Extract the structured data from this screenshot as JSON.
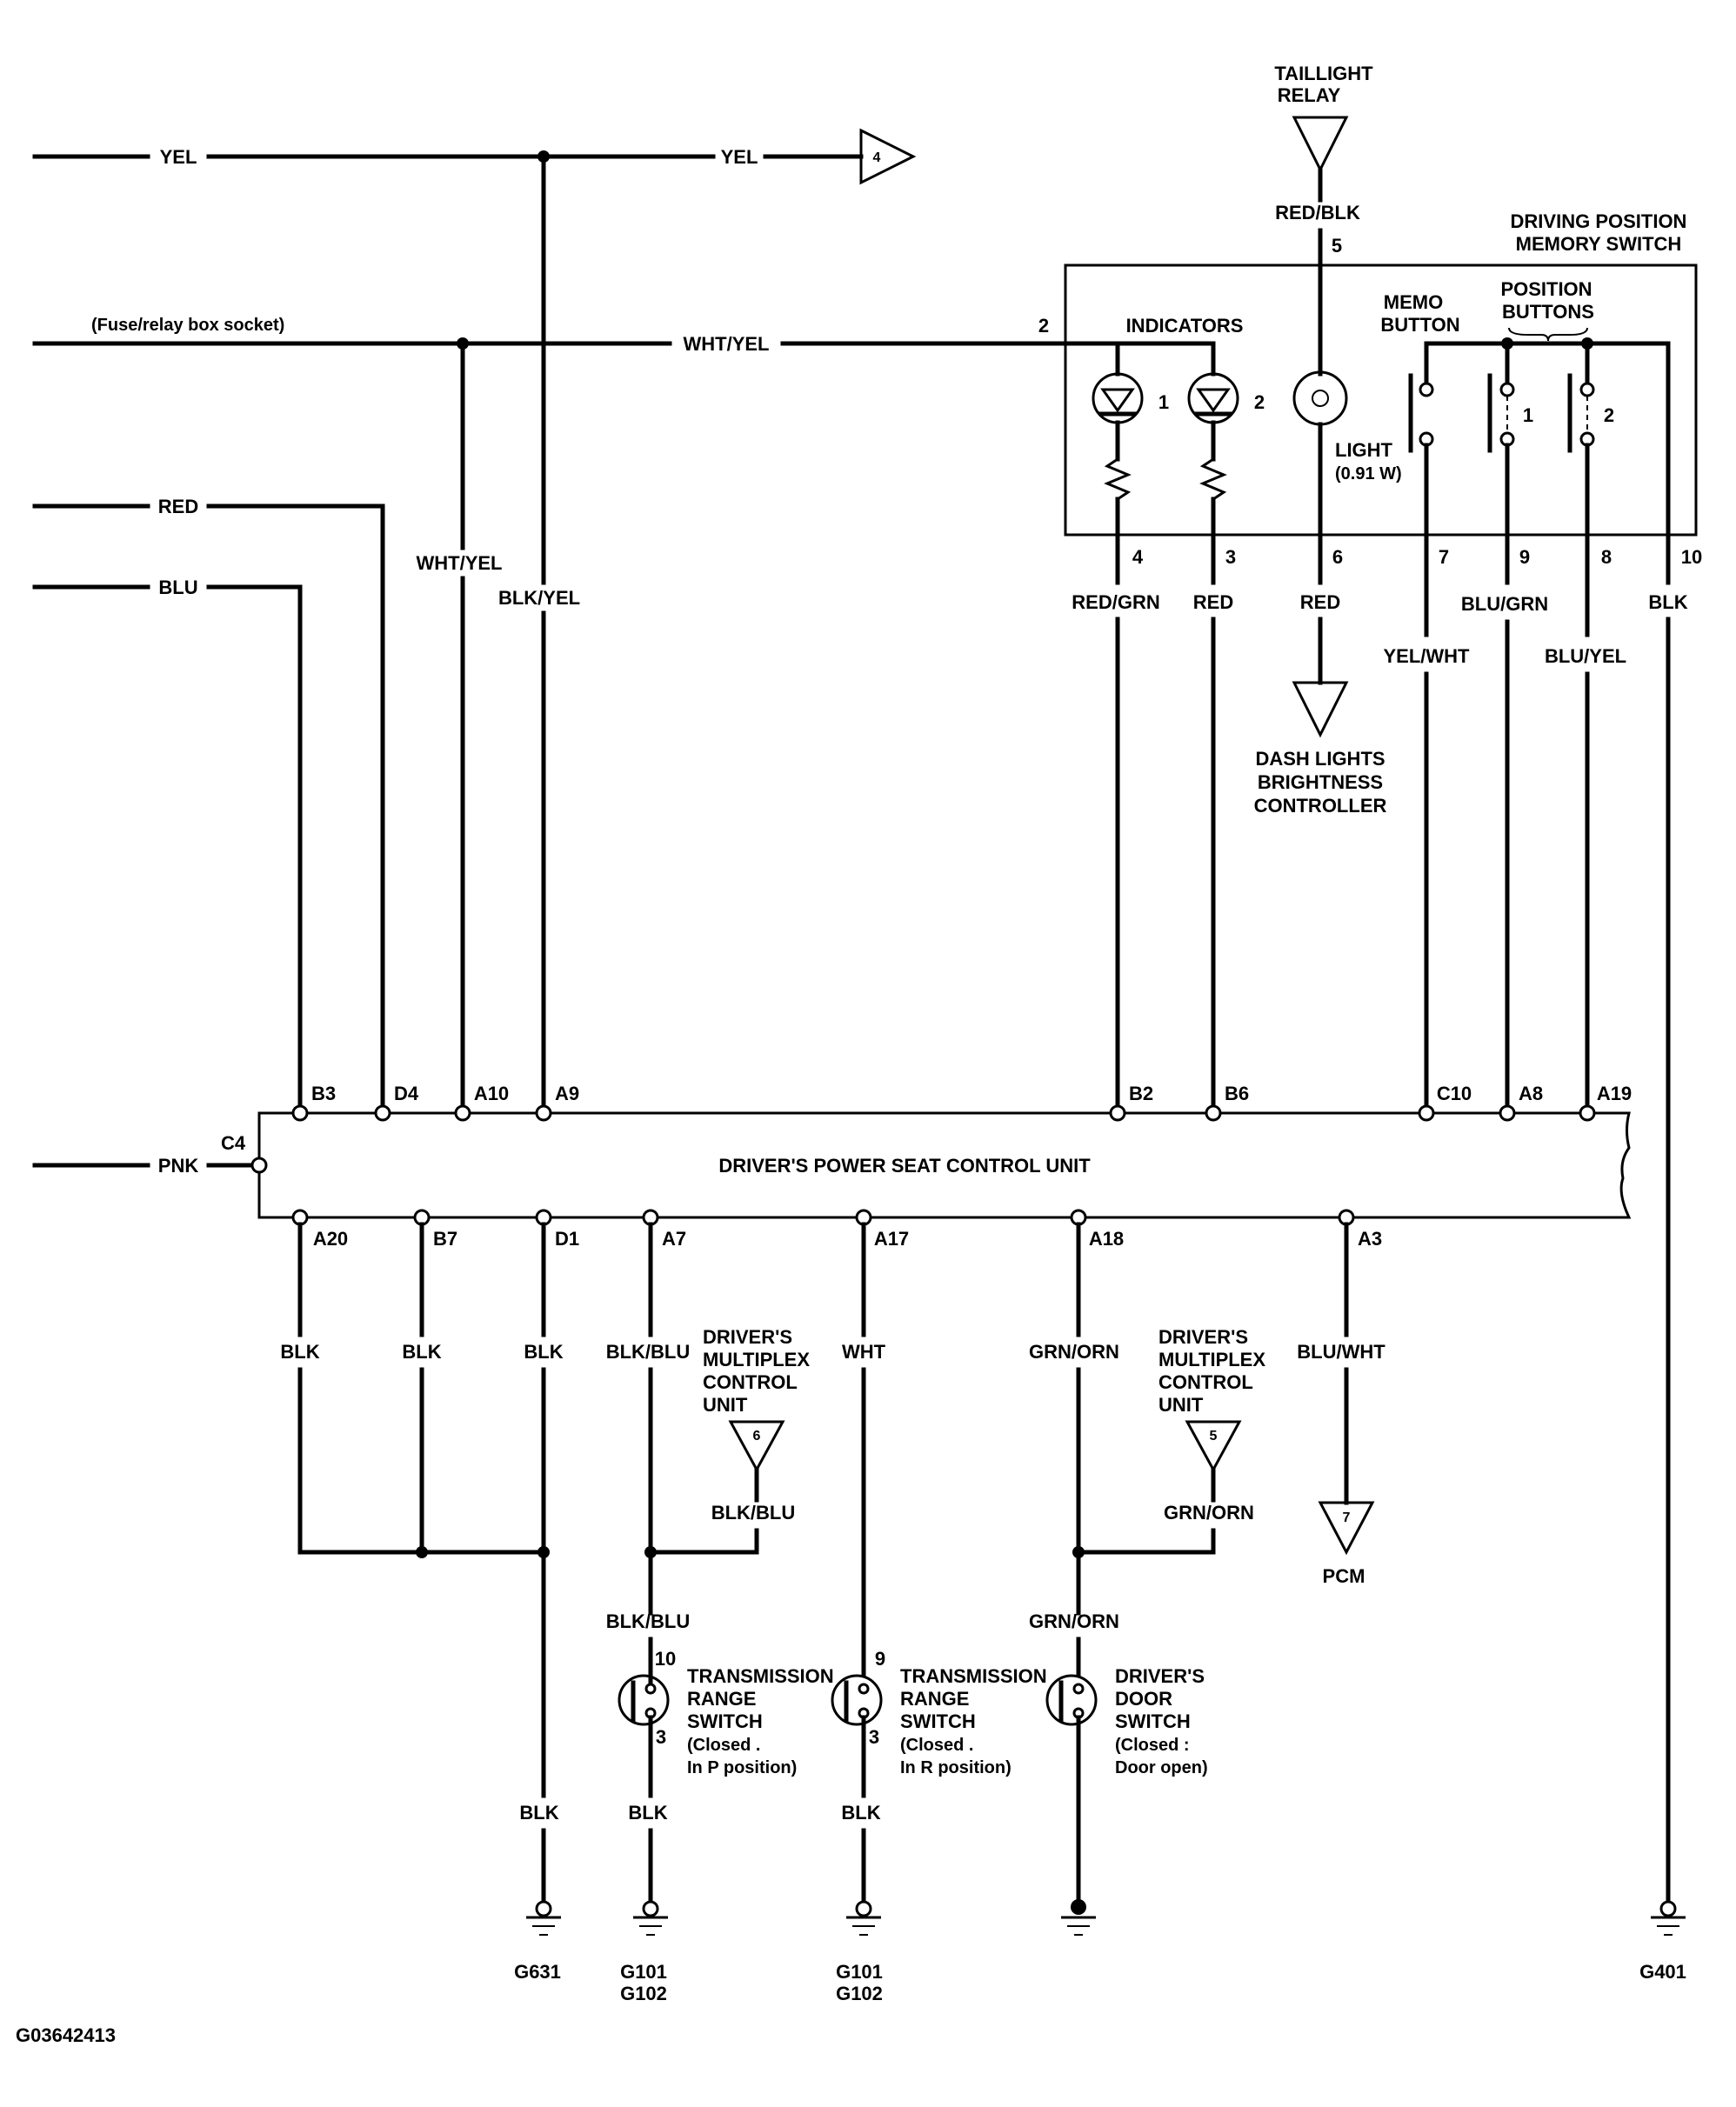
{
  "left_wires": {
    "yel_in": "YEL",
    "yel_out": "YEL",
    "yel_ref": "4",
    "fuse_socket": "(Fuse/relay box socket)",
    "wht_yel_top": "WHT/YEL",
    "wht_yel_pin": "2",
    "red": "RED",
    "blu": "BLU",
    "wht_yel_vert": "WHT/YEL",
    "blk_yel_vert": "BLK/YEL",
    "pnk": "PNK"
  },
  "taillight": {
    "label_line1": "TAILLIGHT",
    "label_line2": "RELAY",
    "wire": "RED/BLK",
    "pin": "5"
  },
  "memory_switch": {
    "title_line1": "DRIVING POSITION",
    "title_line2": "MEMORY SWITCH",
    "indicators_label": "INDICATORS",
    "indicator_1": "1",
    "indicator_2": "2",
    "light_label_line1": "LIGHT",
    "light_label_line2": "(0.91 W)",
    "memo_line1": "MEMO",
    "memo_line2": "BUTTON",
    "position_line1": "POSITION",
    "position_line2": "BUTTONS",
    "pos_btn_1": "1",
    "pos_btn_2": "2",
    "pins": {
      "p4": "4",
      "p3": "3",
      "p6": "6",
      "p7": "7",
      "p9": "9",
      "p8": "8",
      "p10": "10"
    },
    "wires": {
      "red_grn": "RED/GRN",
      "red": "RED",
      "red6": "RED",
      "yel_wht": "YEL/WHT",
      "blu_grn": "BLU/GRN",
      "blu_yel": "BLU/YEL",
      "blk": "BLK"
    }
  },
  "dash_lights": {
    "line1": "DASH LIGHTS",
    "line2": "BRIGHTNESS",
    "line3": "CONTROLLER"
  },
  "control_unit": {
    "name": "DRIVER'S POWER SEAT CONTROL UNIT",
    "connector": "C4",
    "top_pins": [
      "B3",
      "D4",
      "A10",
      "A9",
      "B2",
      "B6",
      "C10",
      "A8",
      "A19"
    ],
    "bottom_pins": [
      "A20",
      "B7",
      "D1",
      "A7",
      "A17",
      "A18",
      "A3"
    ]
  },
  "bottom_wires": {
    "blk1": "BLK",
    "blk2": "BLK",
    "blk3": "BLK",
    "blk_blu": "BLK/BLU",
    "wht": "WHT",
    "grn_orn": "GRN/ORN",
    "blu_wht": "BLU/WHT",
    "blk_blu_mux": "BLK/BLU",
    "grn_orn_mux": "GRN/ORN",
    "blk_blu_low": "BLK/BLU",
    "grn_orn_low": "GRN/ORN",
    "blk_g631": "BLK",
    "blk_tr1": "BLK",
    "blk_tr2": "BLK"
  },
  "mux1": {
    "line1": "DRIVER'S",
    "line2": "MULTIPLEX",
    "line3": "CONTROL",
    "line4": "UNIT",
    "ref": "6"
  },
  "mux2": {
    "line1": "DRIVER'S",
    "line2": "MULTIPLEX",
    "line3": "CONTROL",
    "line4": "UNIT",
    "ref": "5"
  },
  "pcm": {
    "label": "PCM",
    "ref": "7"
  },
  "trans_p": {
    "pin_top": "10",
    "pin_bot": "3",
    "line1": "TRANSMISSION",
    "line2": "RANGE",
    "line3": "SWITCH",
    "line4": "(Closed .",
    "line5": "In P position)"
  },
  "trans_r": {
    "pin_top": "9",
    "pin_bot": "3",
    "line1": "TRANSMISSION",
    "line2": "RANGE",
    "line3": "SWITCH",
    "line4": "(Closed .",
    "line5": "In R position)"
  },
  "door_switch": {
    "line1": "DRIVER'S",
    "line2": "DOOR",
    "line3": "SWITCH",
    "line4": "(Closed :",
    "line5": "Door open)"
  },
  "grounds": {
    "g631": "G631",
    "g101_a": "G101",
    "g102_a": "G102",
    "g101_b": "G101",
    "g102_b": "G102",
    "g401": "G401"
  },
  "figure_id": "G03642413"
}
